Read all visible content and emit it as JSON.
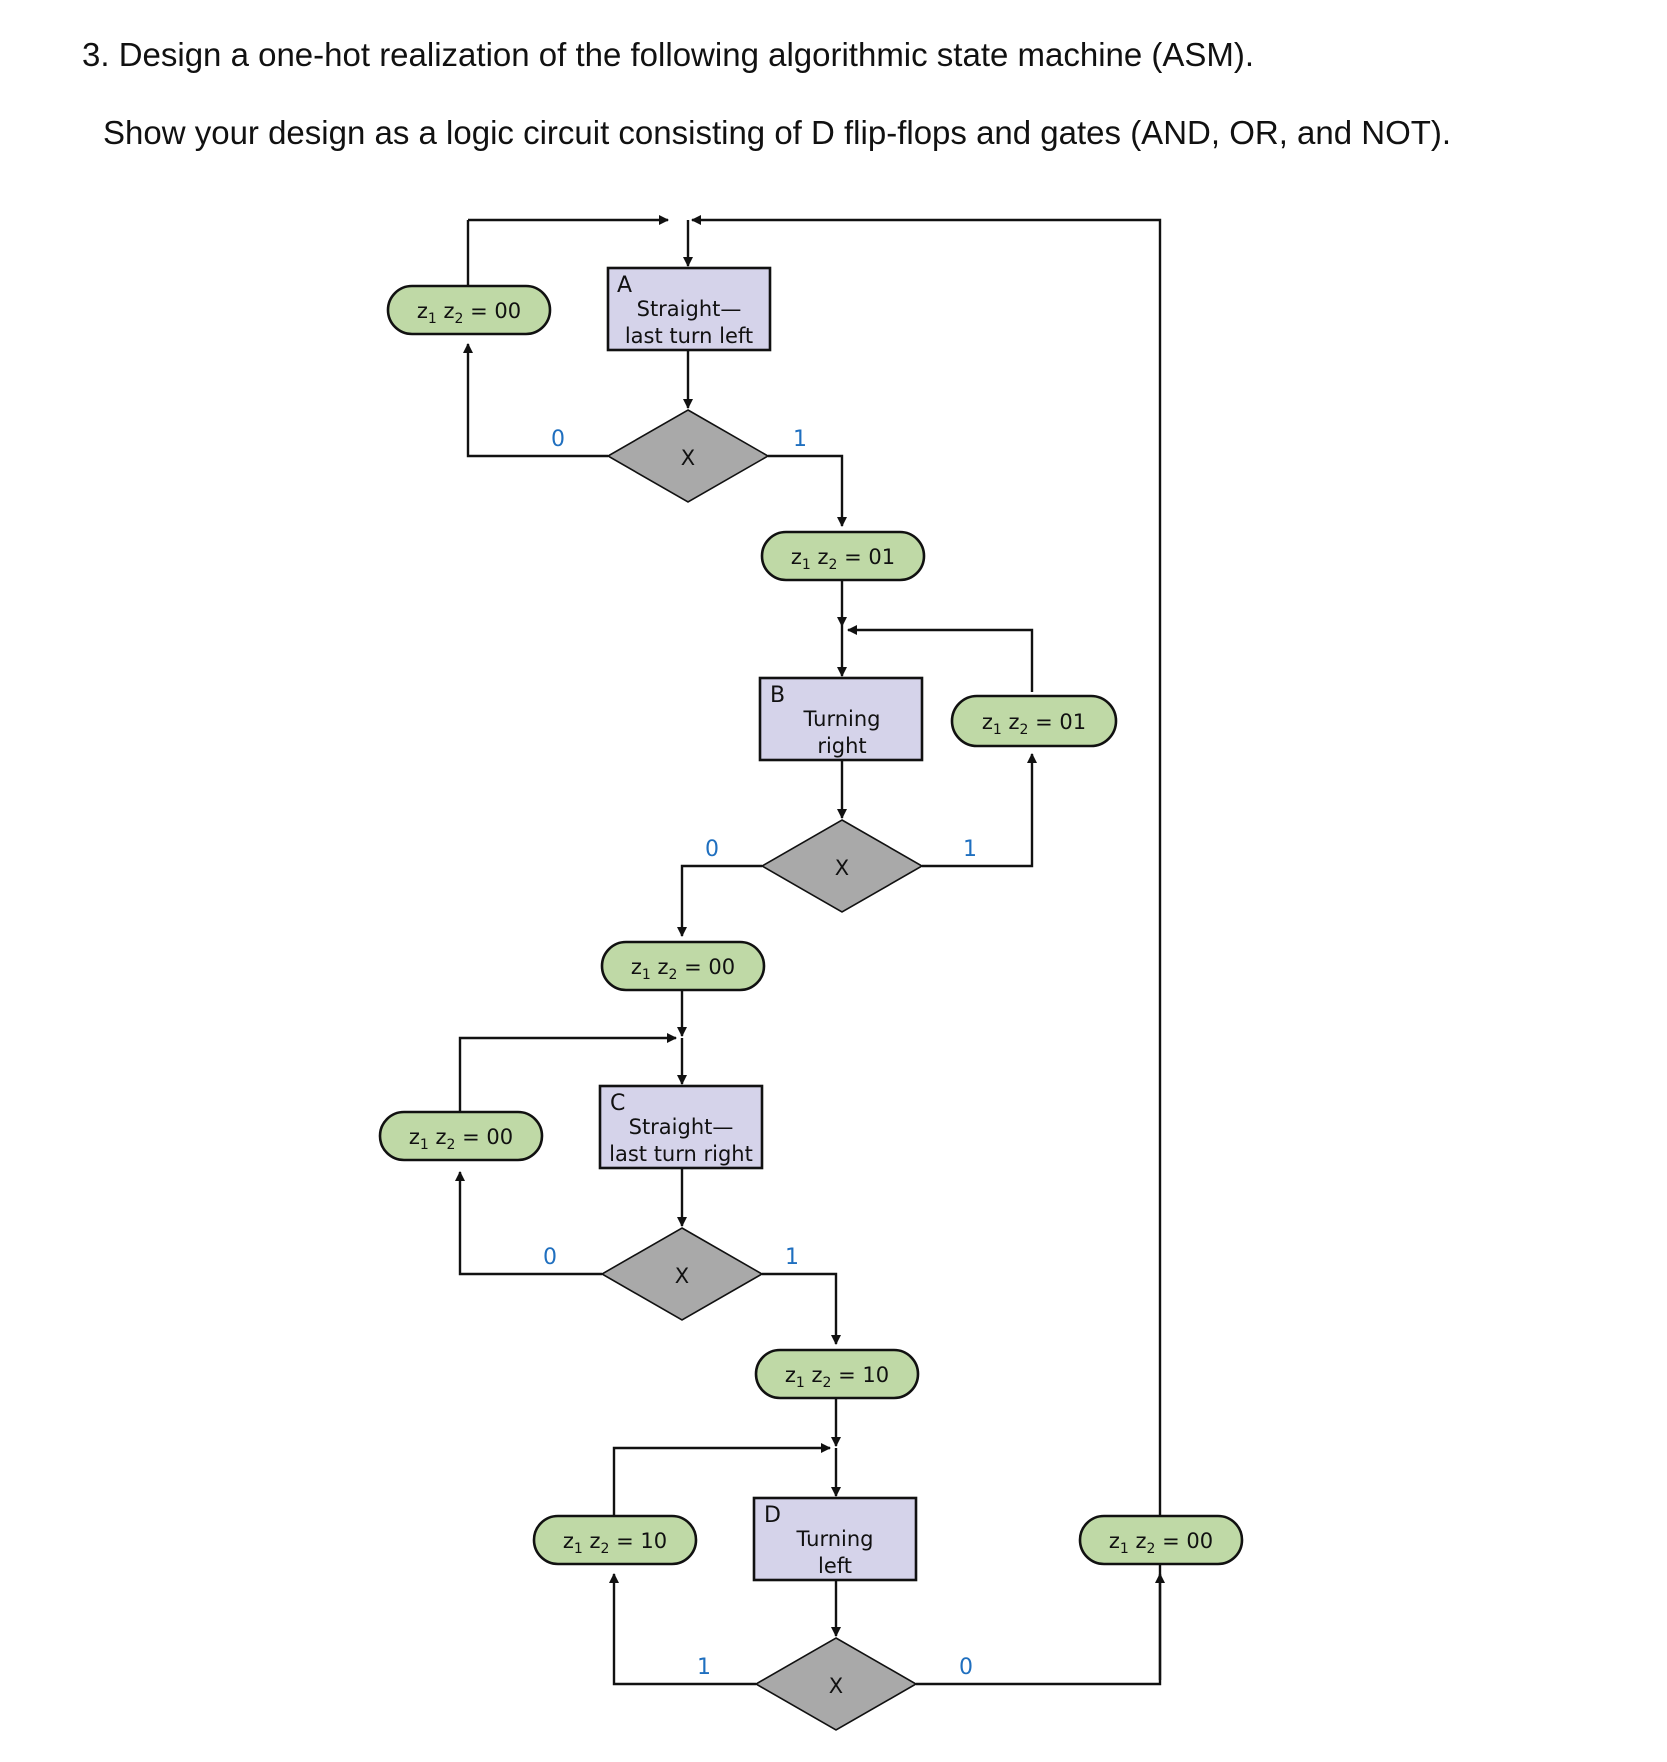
{
  "question": {
    "line1": "3.  Design a one-hot realization of the following algorithmic state machine (ASM).",
    "line2": "Show your design as a logic circuit consisting of D flip-flops and gates (AND, OR, and NOT)."
  },
  "states": [
    {
      "id": "A",
      "line1": "Straight—",
      "line2": "last turn left"
    },
    {
      "id": "B",
      "line1": "Turning",
      "line2": "right"
    },
    {
      "id": "C",
      "line1": "Straight—",
      "line2": "last turn right"
    },
    {
      "id": "D",
      "line1": "Turning",
      "line2": "left"
    }
  ],
  "decision_input": "X",
  "output_var1": "z",
  "output_var2": "z",
  "sub1": "1",
  "sub2": "2",
  "outputs": {
    "a_left": "00",
    "a_right": "01",
    "b_right": "01",
    "b_left": "00",
    "c_left": "00",
    "c_right": "10",
    "d_left": "10",
    "d_right": "00"
  },
  "branches": {
    "a_left": "0",
    "a_right": "1",
    "b_left": "0",
    "b_right": "1",
    "c_left": "0",
    "c_right": "1",
    "d_left": "1",
    "d_right": "0"
  }
}
